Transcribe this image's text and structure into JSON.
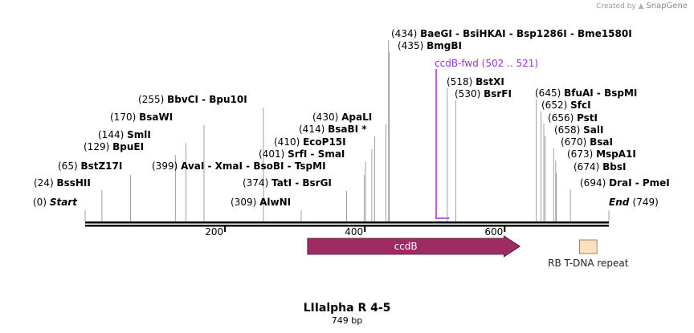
{
  "brand": {
    "prefix": "Created by",
    "name": "SnapGene"
  },
  "sequence": {
    "name": "LIIalpha R 4-5",
    "length_label": "749 bp",
    "length": 749
  },
  "ruler": {
    "ticks": [
      200,
      400,
      600
    ],
    "tick_labels": [
      "200",
      "400",
      "600"
    ]
  },
  "ends": {
    "start": {
      "pos": 0,
      "pos_label": "(0)",
      "label": "Start"
    },
    "end": {
      "pos": 749,
      "pos_label": "(749)",
      "label": "End"
    }
  },
  "sites": [
    {
      "pos": 24,
      "pos_label": "(24)",
      "names": "BssHII"
    },
    {
      "pos": 65,
      "pos_label": "(65)",
      "names": "BstZ17I"
    },
    {
      "pos": 129,
      "pos_label": "(129)",
      "names": "BpuEI"
    },
    {
      "pos": 144,
      "pos_label": "(144)",
      "names": "SmlI"
    },
    {
      "pos": 170,
      "pos_label": "(170)",
      "names": "BsaWI"
    },
    {
      "pos": 255,
      "pos_label": "(255)",
      "names": "BbvCI  - Bpu10I"
    },
    {
      "pos": 399,
      "pos_label": "(399)",
      "names": "AvaI  - XmaI  - BsoBI  - TspMI",
      "label_right": true
    },
    {
      "pos": 309,
      "pos_label": "(309)",
      "names": "AlwNI",
      "label_right": true
    },
    {
      "pos": 374,
      "pos_label": "(374)",
      "names": "TatI  - BsrGI",
      "label_right": true
    },
    {
      "pos": 401,
      "pos_label": "(401)",
      "names": "SrfI  - SmaI"
    },
    {
      "pos": 410,
      "pos_label": "(410)",
      "names": "EcoP15I"
    },
    {
      "pos": 414,
      "pos_label": "(414)",
      "names": "BsaBI *"
    },
    {
      "pos": 430,
      "pos_label": "(430)",
      "names": "ApaLI"
    },
    {
      "pos": 434,
      "pos_label": "(434)",
      "names": "BaeGI  - BsiHKAI  - Bsp1286I  - Bme1580I"
    },
    {
      "pos": 435,
      "pos_label": "(435)",
      "names": "BmgBI"
    },
    {
      "pos": 518,
      "pos_label": "(518)",
      "names": "BstXI"
    },
    {
      "pos": 530,
      "pos_label": "(530)",
      "names": "BsrFI"
    },
    {
      "pos": 645,
      "pos_label": "(645)",
      "names": "BfuAI  - BspMI"
    },
    {
      "pos": 652,
      "pos_label": "(652)",
      "names": "SfcI"
    },
    {
      "pos": 656,
      "pos_label": "(656)",
      "names": "PstI"
    },
    {
      "pos": 658,
      "pos_label": "(658)",
      "names": "SalI"
    },
    {
      "pos": 670,
      "pos_label": "(670)",
      "names": "BsaI"
    },
    {
      "pos": 673,
      "pos_label": "(673)",
      "names": "MspA1I"
    },
    {
      "pos": 674,
      "pos_label": "(674)",
      "names": "BbsI"
    },
    {
      "pos": 694,
      "pos_label": "(694)",
      "names": "DraI  - PmeI"
    }
  ],
  "primer": {
    "name": "ccdB-fwd",
    "range_label": "(502 .. 521)",
    "start": 502,
    "end": 521,
    "color": "#9b30d9"
  },
  "features": [
    {
      "name": "ccdB",
      "start": 318,
      "end": 622,
      "color": "#9c2c63",
      "type": "arrow"
    },
    {
      "name": "RB T-DNA repeat",
      "start": 707,
      "end": 732,
      "color": "#fbe1c1",
      "type": "box"
    }
  ]
}
